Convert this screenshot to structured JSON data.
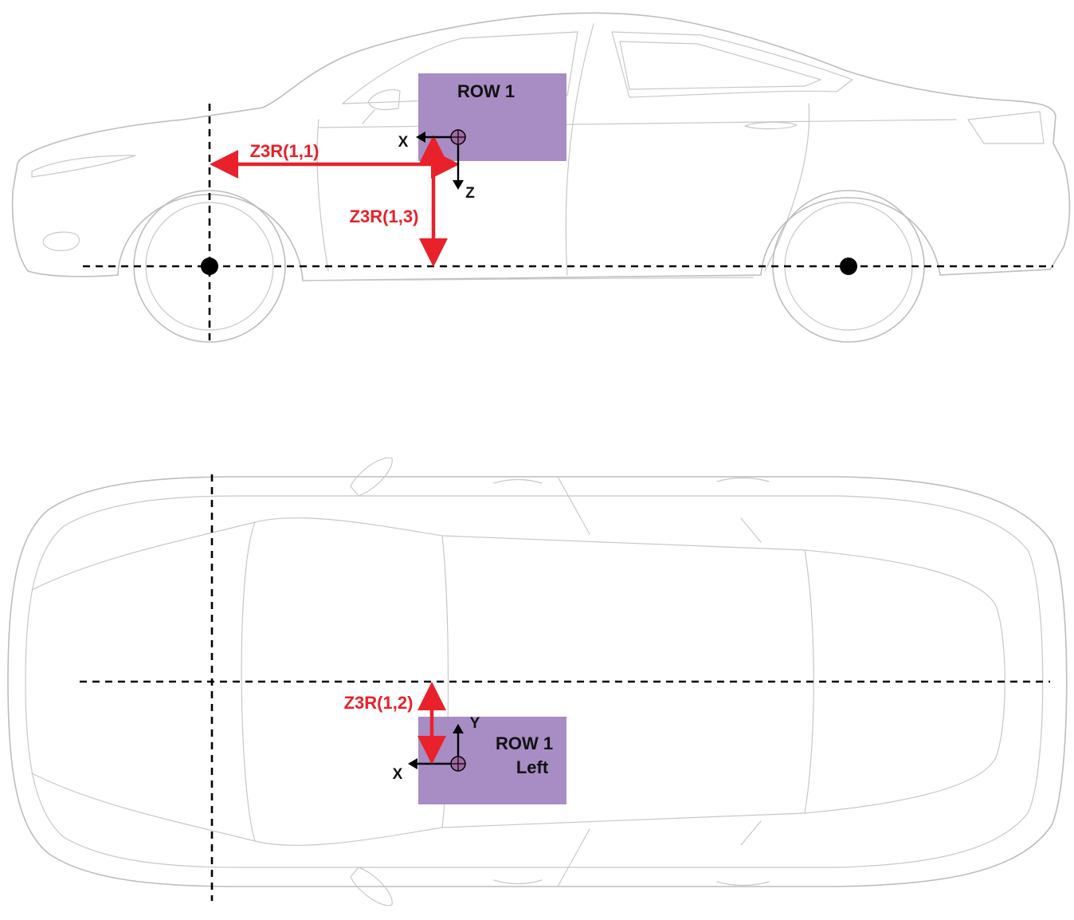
{
  "side_view": {
    "seat_label": "ROW 1",
    "dim_x": "Z3R(1,1)",
    "dim_z": "Z3R(1,3)",
    "axis_x": "X",
    "axis_z": "Z"
  },
  "top_view": {
    "seat_label_line1": "ROW 1",
    "seat_label_line2": "Left",
    "dim_y": "Z3R(1,2)",
    "axis_x": "X",
    "axis_y": "Y"
  },
  "colors": {
    "seat_fill": "#a88cc4",
    "dimension": "#e8212a",
    "reference_lines": "#000000",
    "car_outline": "#bdbdbd"
  }
}
